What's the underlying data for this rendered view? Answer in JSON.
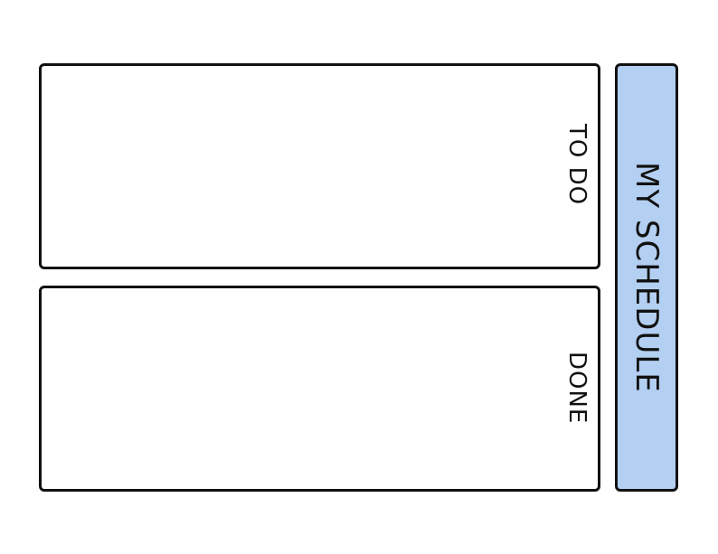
{
  "title": "MY SCHEDULE",
  "sections": [
    {
      "label": "TO DO"
    },
    {
      "label": "DONE"
    }
  ],
  "colors": {
    "title_bar_fill": "#b3cff2",
    "border": "#111111",
    "background": "#ffffff"
  }
}
